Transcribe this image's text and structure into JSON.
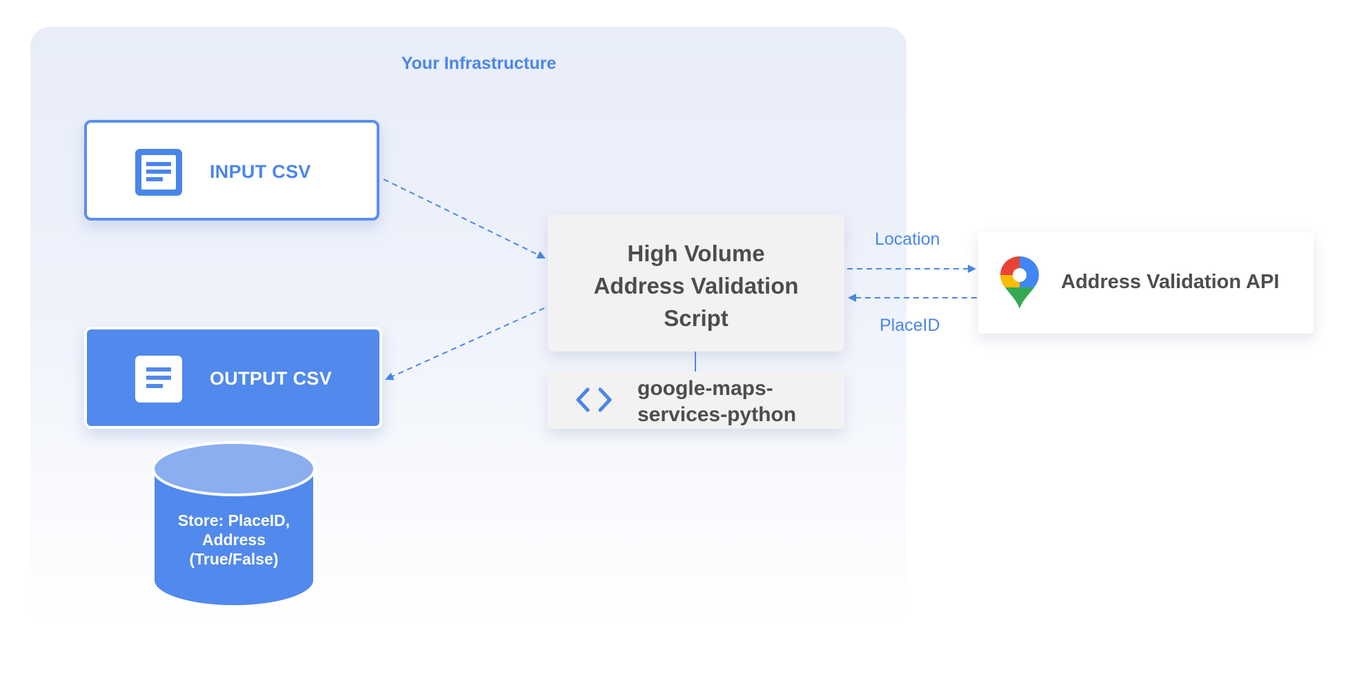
{
  "infrastructure": {
    "title": "Your Infrastructure"
  },
  "input_csv": {
    "label": "INPUT CSV",
    "icon": "document-icon"
  },
  "output_csv": {
    "label": "OUTPUT CSV",
    "icon": "document-icon"
  },
  "script": {
    "title_lines": [
      "High Volume",
      "Address Validation",
      "Script"
    ]
  },
  "library": {
    "label_lines": [
      "google-maps-",
      "services-python"
    ],
    "icon": "code-icon"
  },
  "api": {
    "label": "Address Validation API",
    "icon": "google-maps-pin-icon"
  },
  "edges": {
    "location_label": "Location",
    "placeid_label": "PlaceID"
  },
  "store": {
    "label_lines": [
      "Store: PlaceID,",
      "Address",
      "(True/False)"
    ]
  },
  "colors": {
    "accent": "#4a86e8",
    "output_fill": "#5189ec",
    "script_fill": "#f2f2f2",
    "text_dark": "#4d4d4d",
    "db_top": "#8aaeef",
    "db_body": "#5189ec"
  }
}
